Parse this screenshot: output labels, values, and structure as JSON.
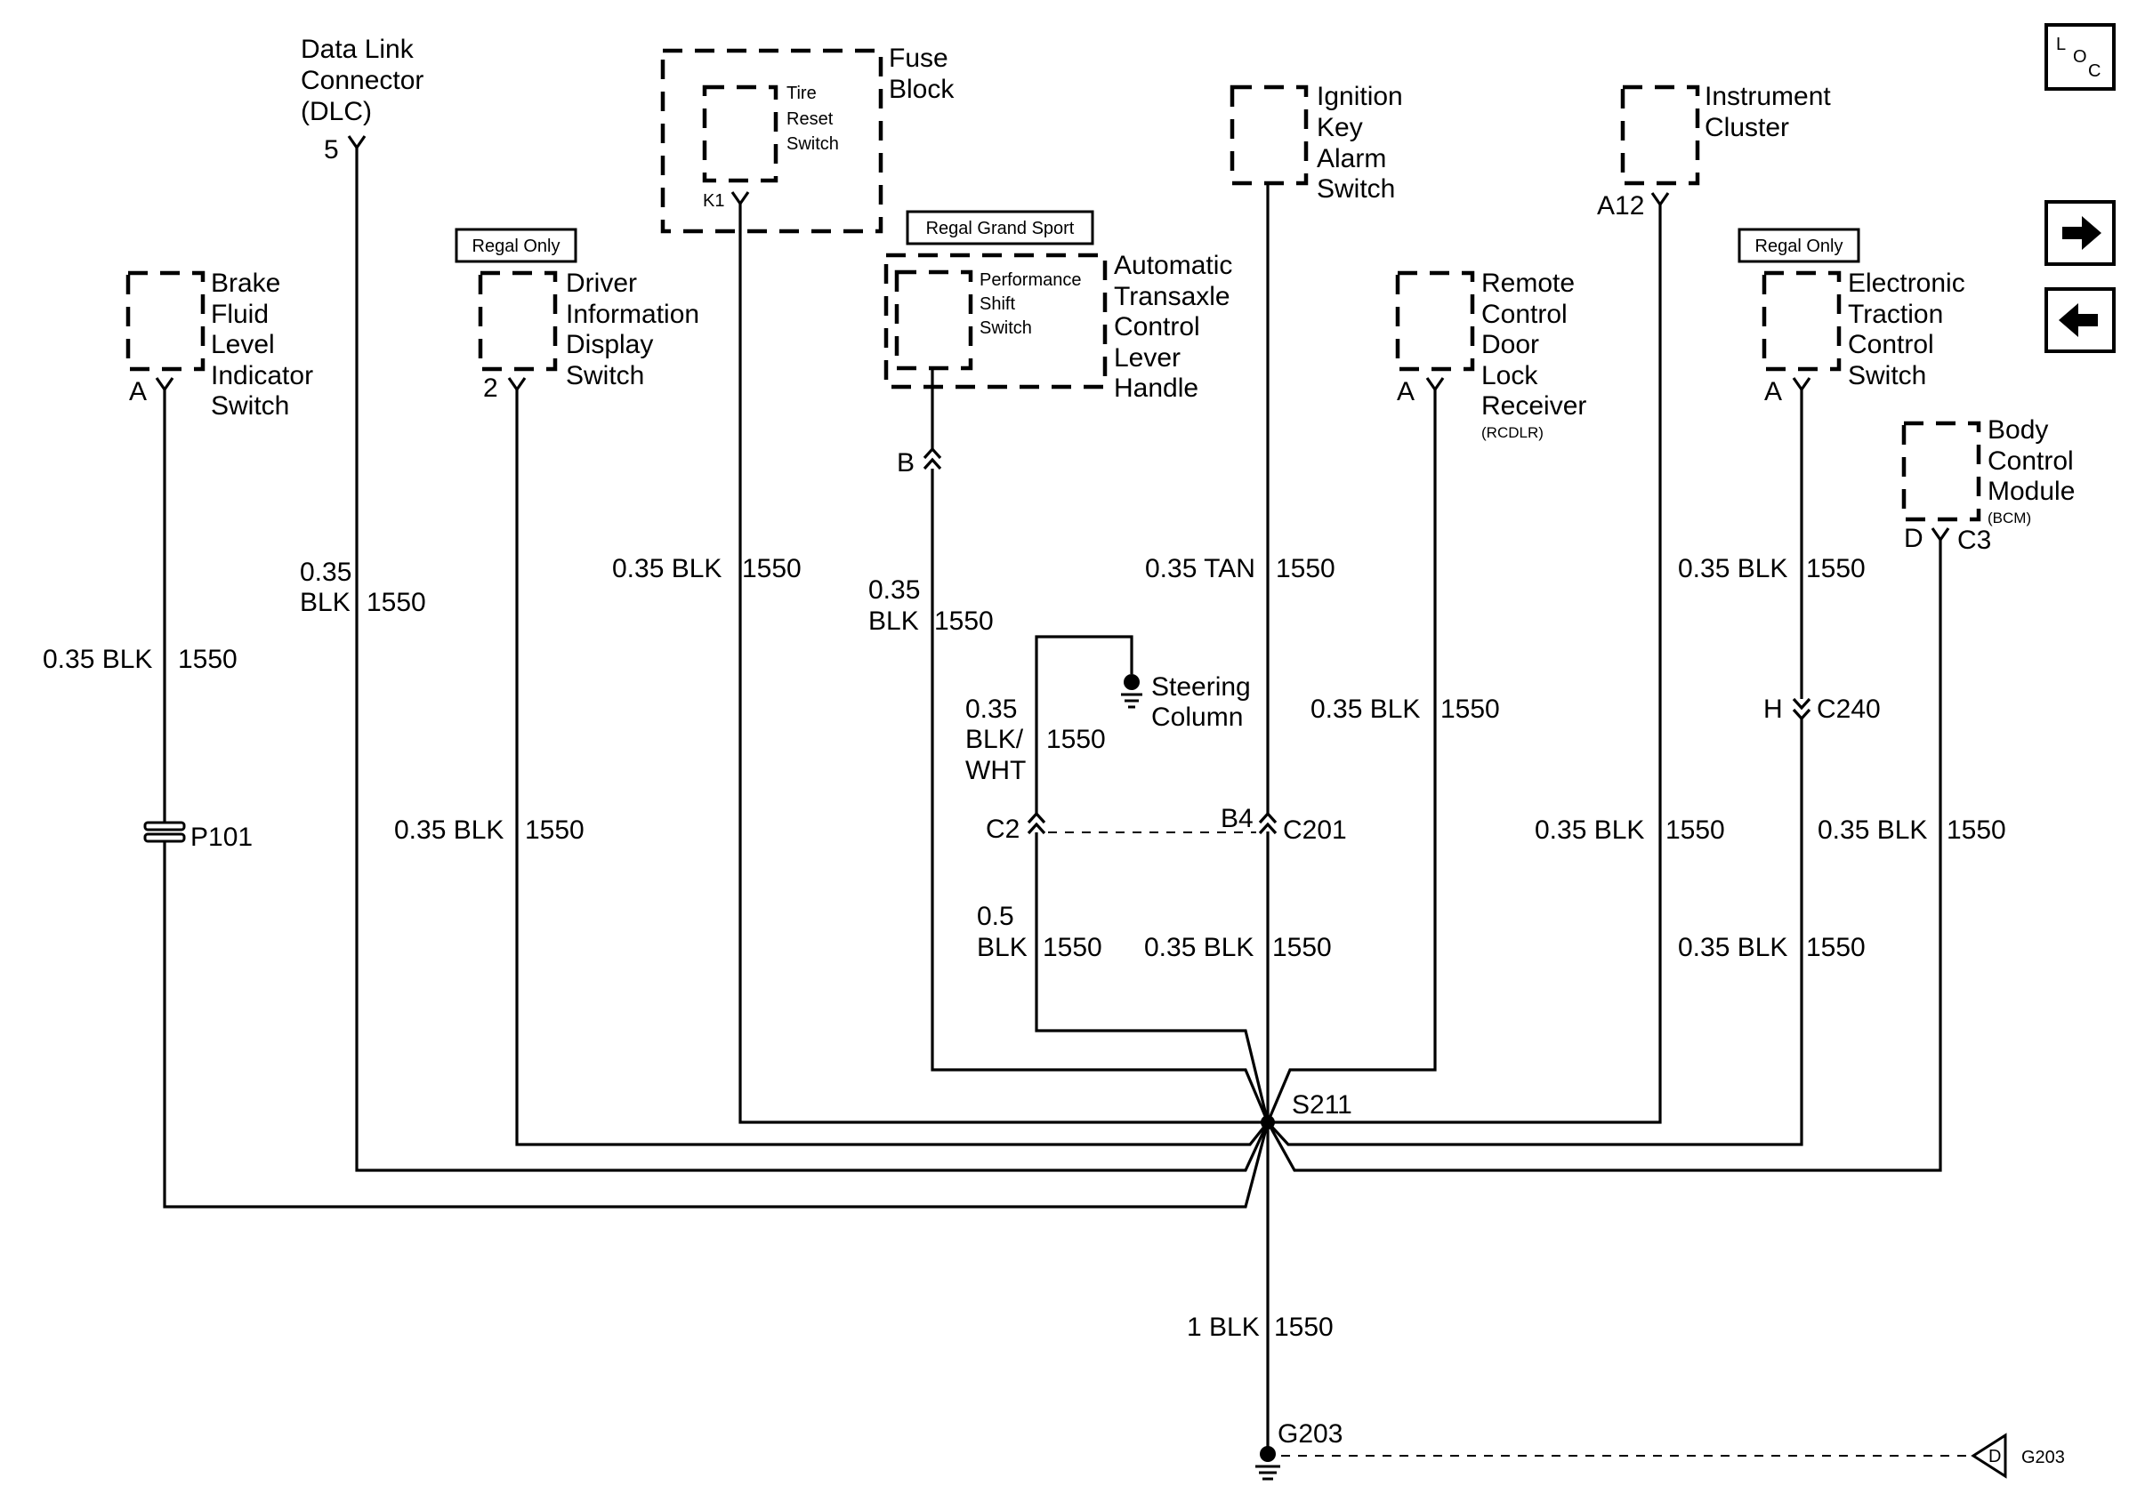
{
  "components": {
    "dlc": {
      "lines": [
        "Data Link",
        "Connector",
        "(DLC)"
      ],
      "pin": "5"
    },
    "fuse_block": {
      "lines": [
        "Fuse",
        "Block"
      ],
      "inner_lines": [
        "Tire",
        "Reset",
        "Switch"
      ],
      "pin": "K1"
    },
    "ignition_key_alarm": {
      "lines": [
        "Ignition",
        "Key",
        "Alarm",
        "Switch"
      ]
    },
    "instrument_cluster": {
      "lines": [
        "Instrument",
        "Cluster"
      ],
      "pin": "A12"
    },
    "brake_fluid": {
      "lines": [
        "Brake",
        "Fluid",
        "Level",
        "Indicator",
        "Switch"
      ],
      "pin": "A"
    },
    "driver_info": {
      "tag": "Regal Only",
      "lines": [
        "Driver",
        "Information",
        "Display",
        "Switch"
      ],
      "pin": "2"
    },
    "transaxle": {
      "tag": "Regal Grand Sport",
      "lines": [
        "Automatic",
        "Transaxle",
        "Control",
        "Lever",
        "Handle"
      ],
      "inner_lines": [
        "Performance",
        "Shift",
        "Switch"
      ],
      "pin": "B"
    },
    "rcdlr": {
      "lines": [
        "Remote",
        "Control",
        "Door",
        "Lock",
        "Receiver"
      ],
      "sub": "(RCDLR)",
      "pin": "A"
    },
    "traction": {
      "tag": "Regal Only",
      "lines": [
        "Electronic",
        "Traction",
        "Control",
        "Switch"
      ],
      "pin": "A"
    },
    "bcm": {
      "lines": [
        "Body",
        "Control",
        "Module"
      ],
      "sub": "(BCM)",
      "pin_left": "D",
      "pin_right": "C3"
    }
  },
  "wire_labels": {
    "brake": {
      "spec": "0.35 BLK",
      "circuit": "1550"
    },
    "dlc": {
      "spec_a": "0.35",
      "spec_b": "BLK",
      "circuit": "1550"
    },
    "driver_info": {
      "spec": "0.35 BLK",
      "circuit": "1550"
    },
    "fuse": {
      "spec": "0.35 BLK",
      "circuit": "1550"
    },
    "transaxle": {
      "spec_a": "0.35",
      "spec_b": "BLK",
      "circuit": "1550"
    },
    "steering_upper": {
      "spec_a": "0.35",
      "spec_b": "BLK/",
      "spec_c": "WHT",
      "circuit": "1550"
    },
    "steering_lower": {
      "spec_a": "0.5",
      "spec_b": "BLK",
      "circuit": "1550"
    },
    "ignition_upper": {
      "spec": "0.35 TAN",
      "circuit": "1550"
    },
    "ignition_lower": {
      "spec": "0.35 BLK",
      "circuit": "1550"
    },
    "rcdlr": {
      "spec": "0.35 BLK",
      "circuit": "1550"
    },
    "cluster": {
      "spec": "0.35 BLK",
      "circuit": "1550"
    },
    "traction_upper": {
      "spec": "0.35 BLK",
      "circuit": "1550"
    },
    "traction_lower": {
      "spec": "0.35 BLK",
      "circuit": "1550"
    },
    "bcm": {
      "spec": "0.35 BLK",
      "circuit": "1550"
    },
    "ground": {
      "spec": "1 BLK",
      "circuit": "1550"
    }
  },
  "connectors": {
    "p101": "P101",
    "c2": "C2",
    "b4": "B4",
    "c201": "C201",
    "h": "H",
    "c240": "C240"
  },
  "splice": "S211",
  "steering_column": [
    "Steering",
    "Column"
  ],
  "ground": {
    "label": "G203",
    "ref_letter": "D",
    "ref_label": "G203"
  },
  "nav": {
    "loc": {
      "l": "L",
      "o": "O",
      "c": "C"
    },
    "forward_icon": "arrow-right",
    "back_icon": "arrow-left"
  }
}
